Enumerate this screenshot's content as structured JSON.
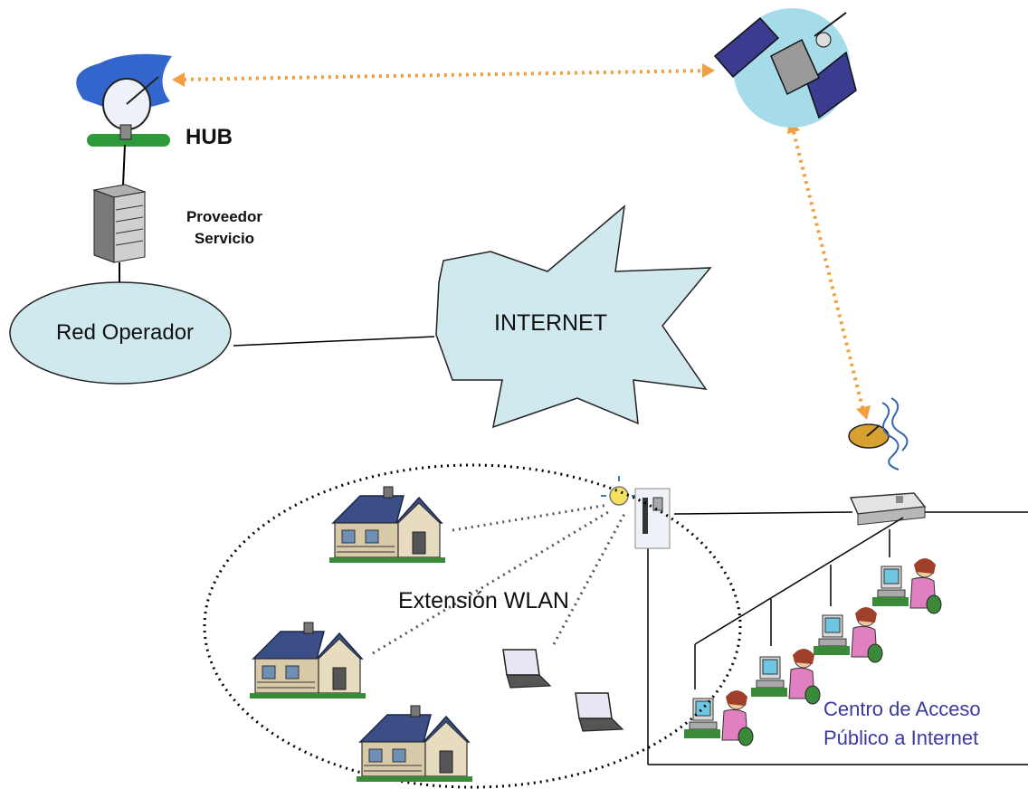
{
  "hub": {
    "label": "HUB"
  },
  "proveedor": {
    "line1": "Proveedor",
    "line2": "Servicio"
  },
  "red_operador": {
    "label": "Red Operador"
  },
  "internet": {
    "label": "INTERNET"
  },
  "wlan": {
    "label": "Extensión WLAN"
  },
  "centro": {
    "line1": "Centro de Acceso",
    "line2": "Público a Internet"
  },
  "colors": {
    "link_dotted": "#f0a040",
    "cloud_fill": "#cfe9ef",
    "ellipse_fill": "#cfe9ef",
    "centro_text": "#3a3aa0",
    "house_roof": "#3b4f86",
    "house_wall": "#d8c9a8"
  }
}
